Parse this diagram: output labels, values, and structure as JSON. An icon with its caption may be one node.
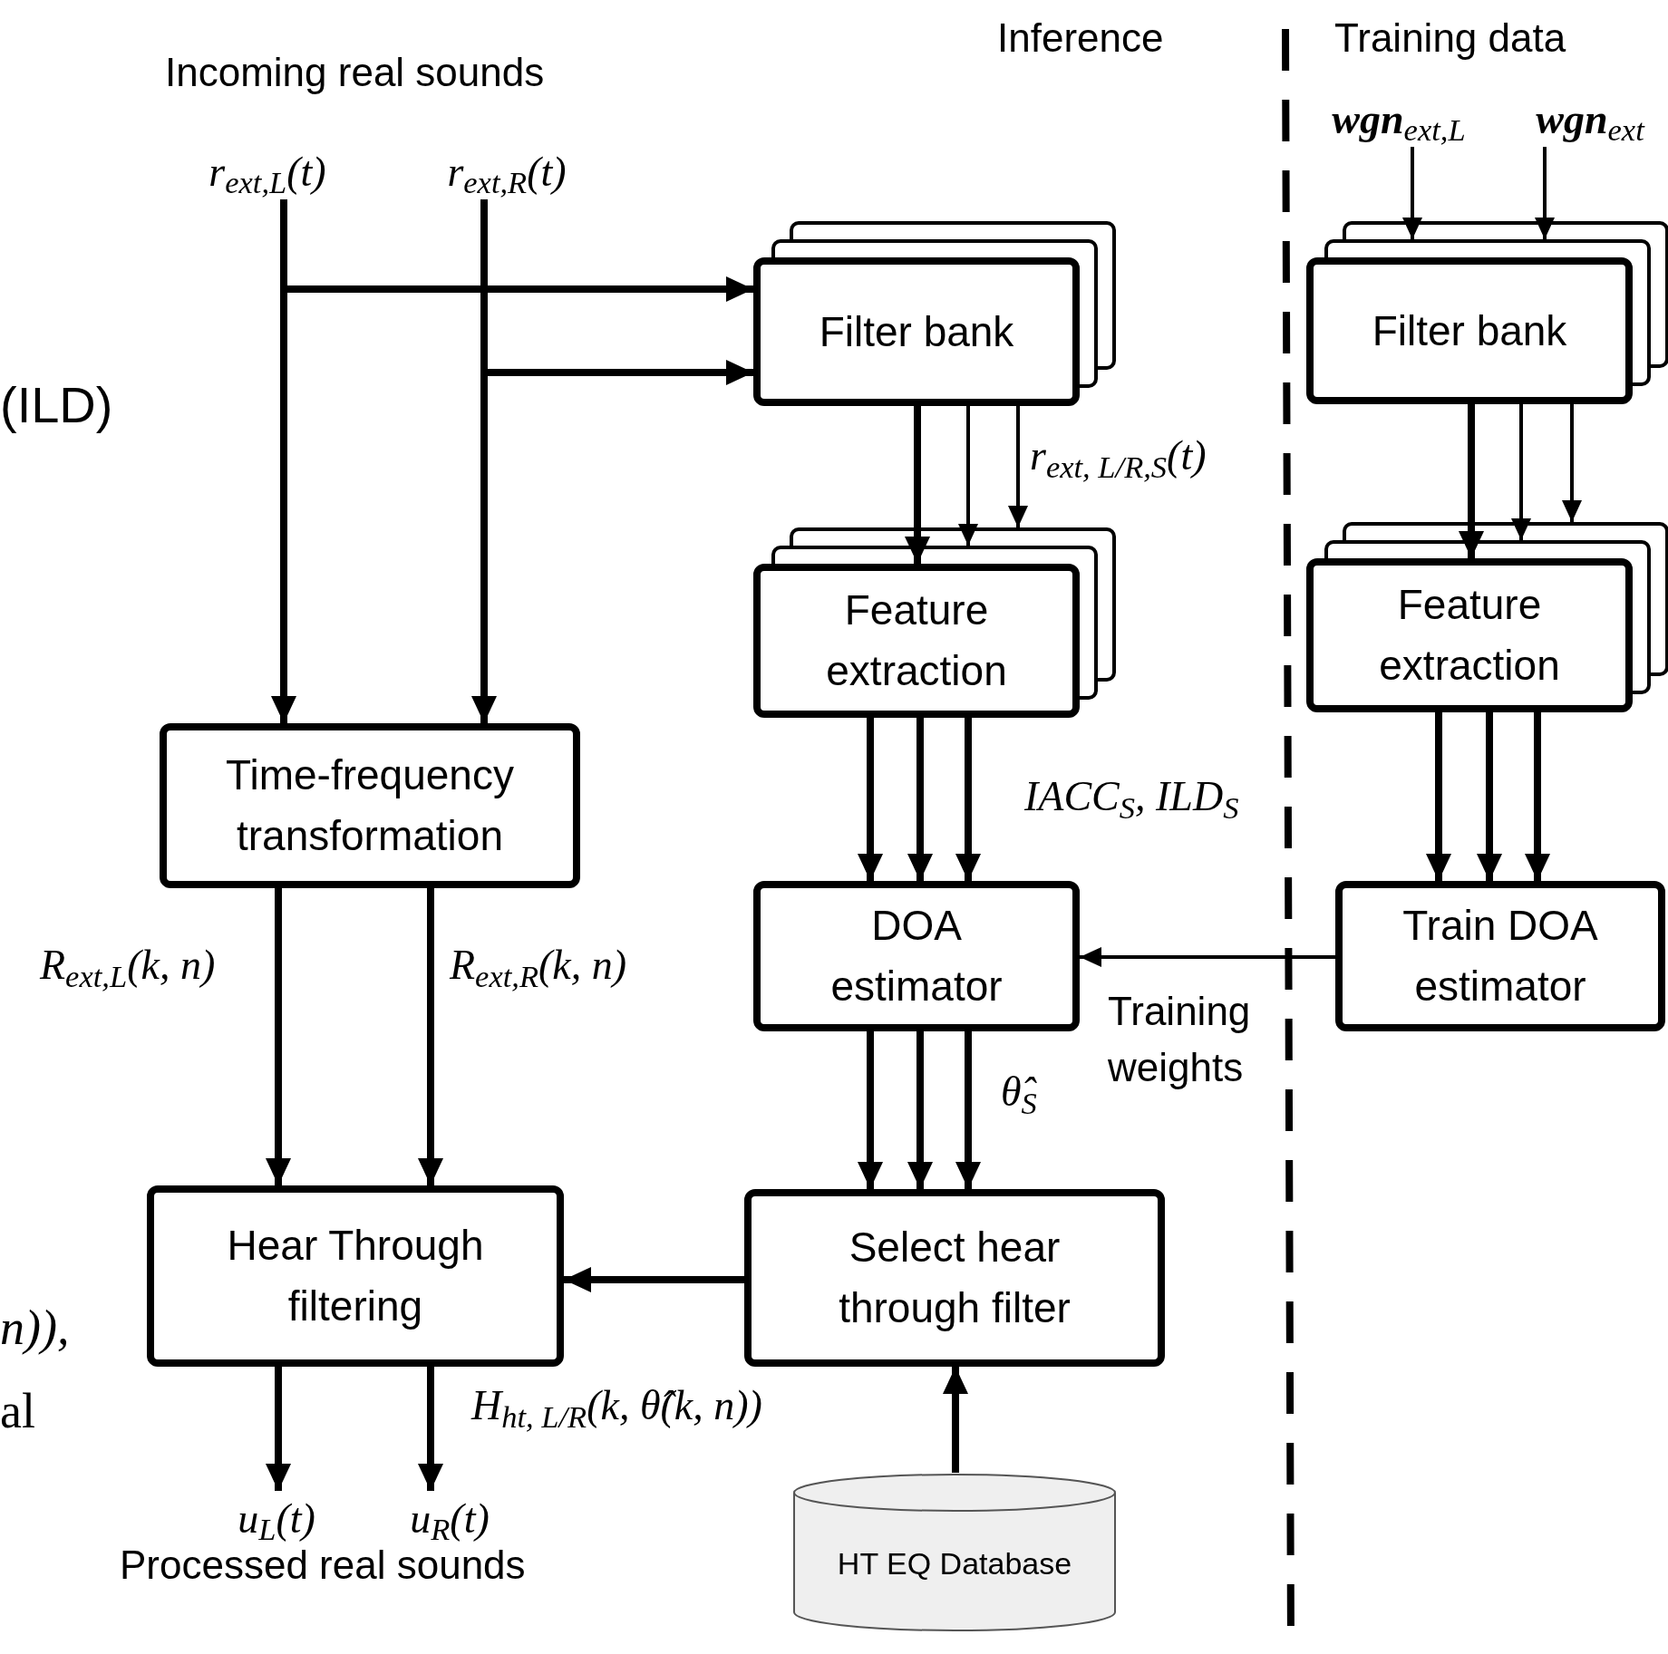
{
  "diagram": {
    "nodes": [
      {
        "text": [
          "r$_{ext,L}$(t)"
        ]
      },
      {
        "text": [
          "r$_{ext,R}$(t)"
        ]
      },
      {
        "text": [
          "Filter bank"
        ]
      },
      {
        "text": [
          "Feature extraction"
        ]
      },
      {
        "text": [
          "DOA estimator"
        ]
      },
      {
        "text": [
          "Time-frequency transformation"
        ]
      },
      {
        "text": [
          "Select hear through filter"
        ]
      },
      {
        "text": [
          "Hear Through filtering"
        ]
      },
      {
        "text": [
          "HT EQ Database"
        ]
      },
      {
        "text": [
          "u$_{L}$(t)"
        ]
      },
      {
        "text": [
          "u$_{R}$(t)"
        ]
      },
      {
        "text": [
          "**wgn**$_{ext,L}$"
        ]
      },
      {
        "text": [
          "**wgn**$_{ext}$"
        ]
      },
      {
        "text": [
          "Filter bank"
        ]
      },
      {
        "text": [
          "Feature extraction"
        ]
      },
      {
        "text": [
          "Train DOA estimator"
        ]
      }
    ],
    "edges": [
      {
        "from": 0,
        "to": 5,
        "arrow": "to"
      },
      {
        "from": 1,
        "to": 5,
        "arrow": "to"
      },
      {
        "from": 0,
        "to": 2,
        "arrow": "to"
      },
      {
        "from": 1,
        "to": 2,
        "arrow": "to"
      },
      {
        "from": 2,
        "to": 3,
        "arrow": "to"
      },
      {
        "from": 2,
        "to": 3,
        "arrow": "to"
      },
      {
        "from": 2,
        "to": 3,
        "arrow": "to"
      },
      {
        "from": 3,
        "to": 4,
        "arrow": "to"
      },
      {
        "from": 3,
        "to": 4,
        "arrow": "to"
      },
      {
        "from": 3,
        "to": 4,
        "arrow": "to"
      },
      {
        "from": 4,
        "to": 6,
        "arrow": "to"
      },
      {
        "from": 4,
        "to": 6,
        "arrow": "to"
      },
      {
        "from": 4,
        "to": 6,
        "arrow": "to"
      },
      {
        "from": 5,
        "to": 7,
        "arrow": "to"
      },
      {
        "from": 5,
        "to": 7,
        "arrow": "to"
      },
      {
        "from": 6,
        "to": 7,
        "arrow": "to"
      },
      {
        "from": 8,
        "to": 6,
        "arrow": "to"
      },
      {
        "from": 7,
        "to": 9,
        "arrow": "to"
      },
      {
        "from": 7,
        "to": 10,
        "arrow": "to"
      },
      {
        "from": 11,
        "to": 13,
        "arrow": "to"
      },
      {
        "from": 12,
        "to": 13,
        "arrow": "to"
      },
      {
        "from": 13,
        "to": 14,
        "arrow": "to"
      },
      {
        "from": 13,
        "to": 14,
        "arrow": "to"
      },
      {
        "from": 13,
        "to": 14,
        "arrow": "to"
      },
      {
        "from": 14,
        "to": 15,
        "arrow": "to"
      },
      {
        "from": 14,
        "to": 15,
        "arrow": "to"
      },
      {
        "from": 14,
        "to": 15,
        "arrow": "to"
      },
      {
        "from": 15,
        "to": 4,
        "arrow": "to",
        "label": "Training weights"
      }
    ],
    "labels": [
      "Incoming real sounds",
      "Inference",
      "Training data",
      "r$_{ext, L/R,S}$(t)",
      "IACC$_{S}$, ILD$_{S}$",
      "θ̂$_{S}$",
      "R$_{ext,L}$(k, n)",
      "R$_{ext,R}$(k, n)",
      "H$_{ht, L/R}$(k, θ̂(k, n))",
      "Processed real sounds",
      "(ILD)",
      "n)),",
      "al"
    ]
  }
}
